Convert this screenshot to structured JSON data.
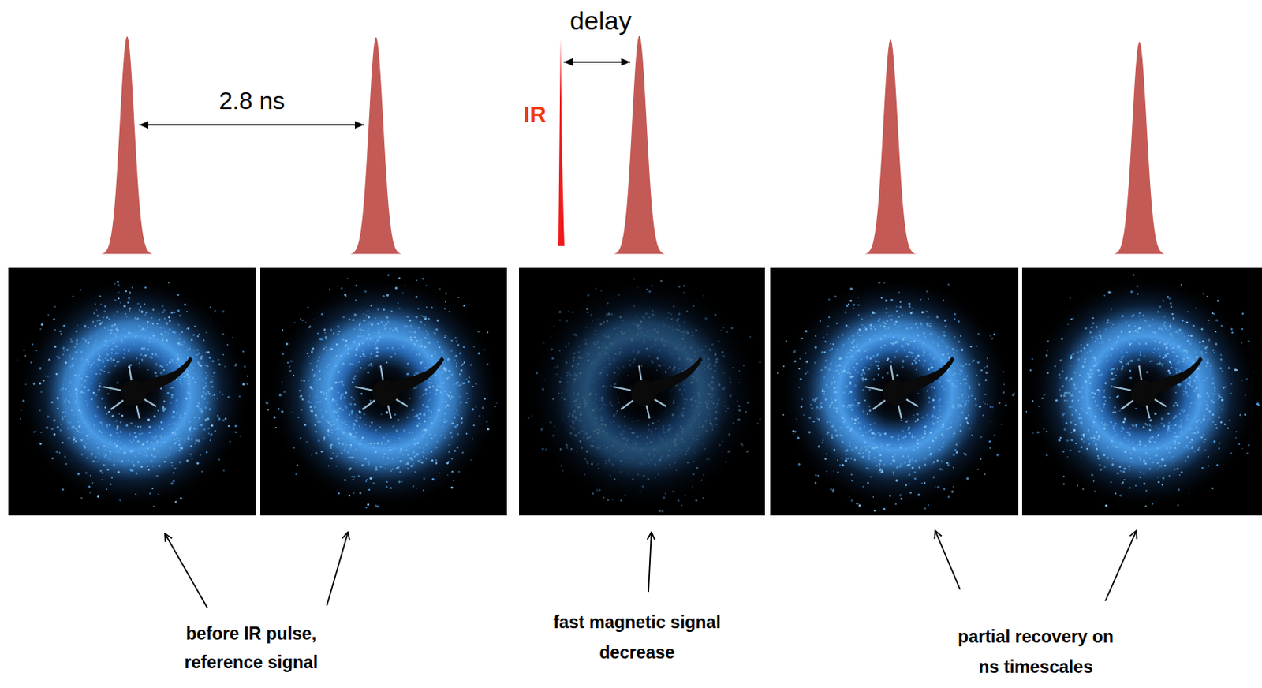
{
  "diagram": {
    "labels": [
      "delay",
      "2.8 ns",
      "IR",
      "before IR pulse, reference signal",
      "fast magnetic signal decrease",
      "partial recovery on ns timescales"
    ]
  }
}
